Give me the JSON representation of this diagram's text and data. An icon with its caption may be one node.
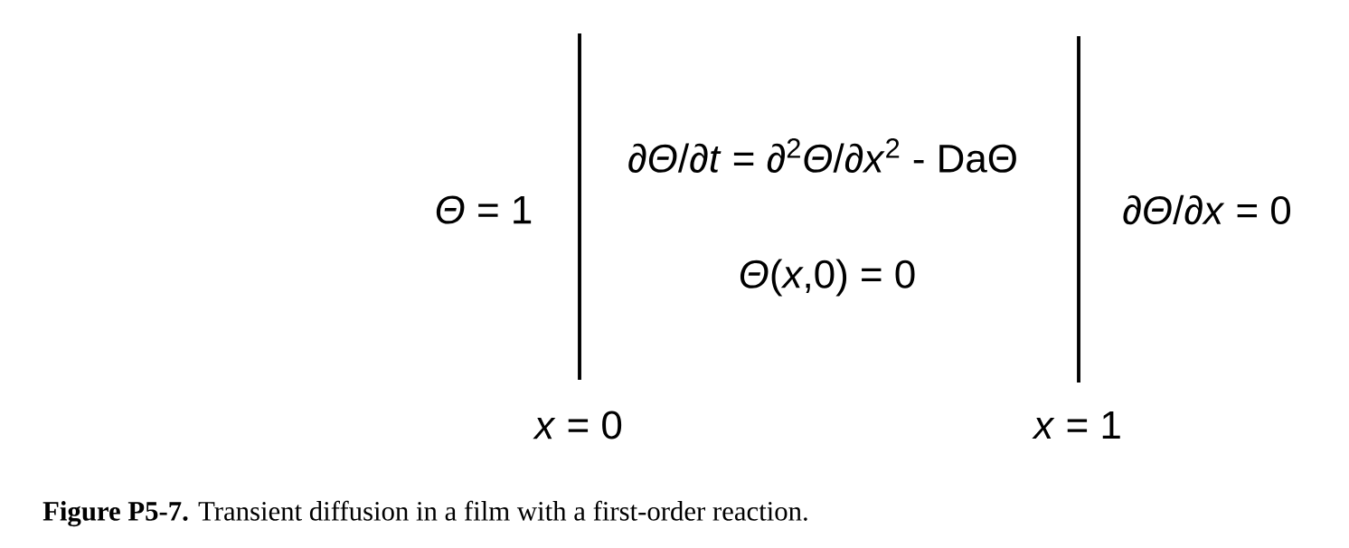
{
  "diagram": {
    "caption": "**Figure P5-7.** Transient diffusion in a film with a first-order reaction.",
    "labels": [
      "*Θ* = 1",
      "∂*Θ*/∂*t* = ∂$^{2}$*Θ*/∂*x*$^{2}$ - DaΘ",
      "*Θ*(*x*,0) = 0",
      "∂*Θ*/∂*x* = 0",
      "*x* = 0",
      "*x* = 1"
    ]
  }
}
